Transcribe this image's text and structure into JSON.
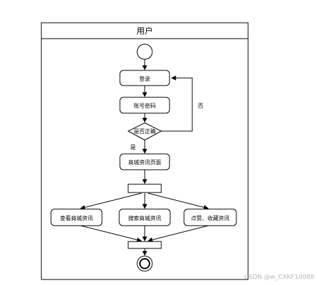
{
  "swimlane": {
    "title": "用户"
  },
  "nodes": {
    "login": "登录",
    "account_password": "账号密码",
    "decision": "是否正确",
    "mall_page": "商城资讯页面",
    "view_info": "查看商城资讯",
    "search_info": "搜索商城资讯",
    "like_favorite": "点赞、收藏资讯"
  },
  "edge_labels": {
    "no": "否",
    "yes": "是"
  },
  "watermark": "CSDN @w_CXKF10088"
}
